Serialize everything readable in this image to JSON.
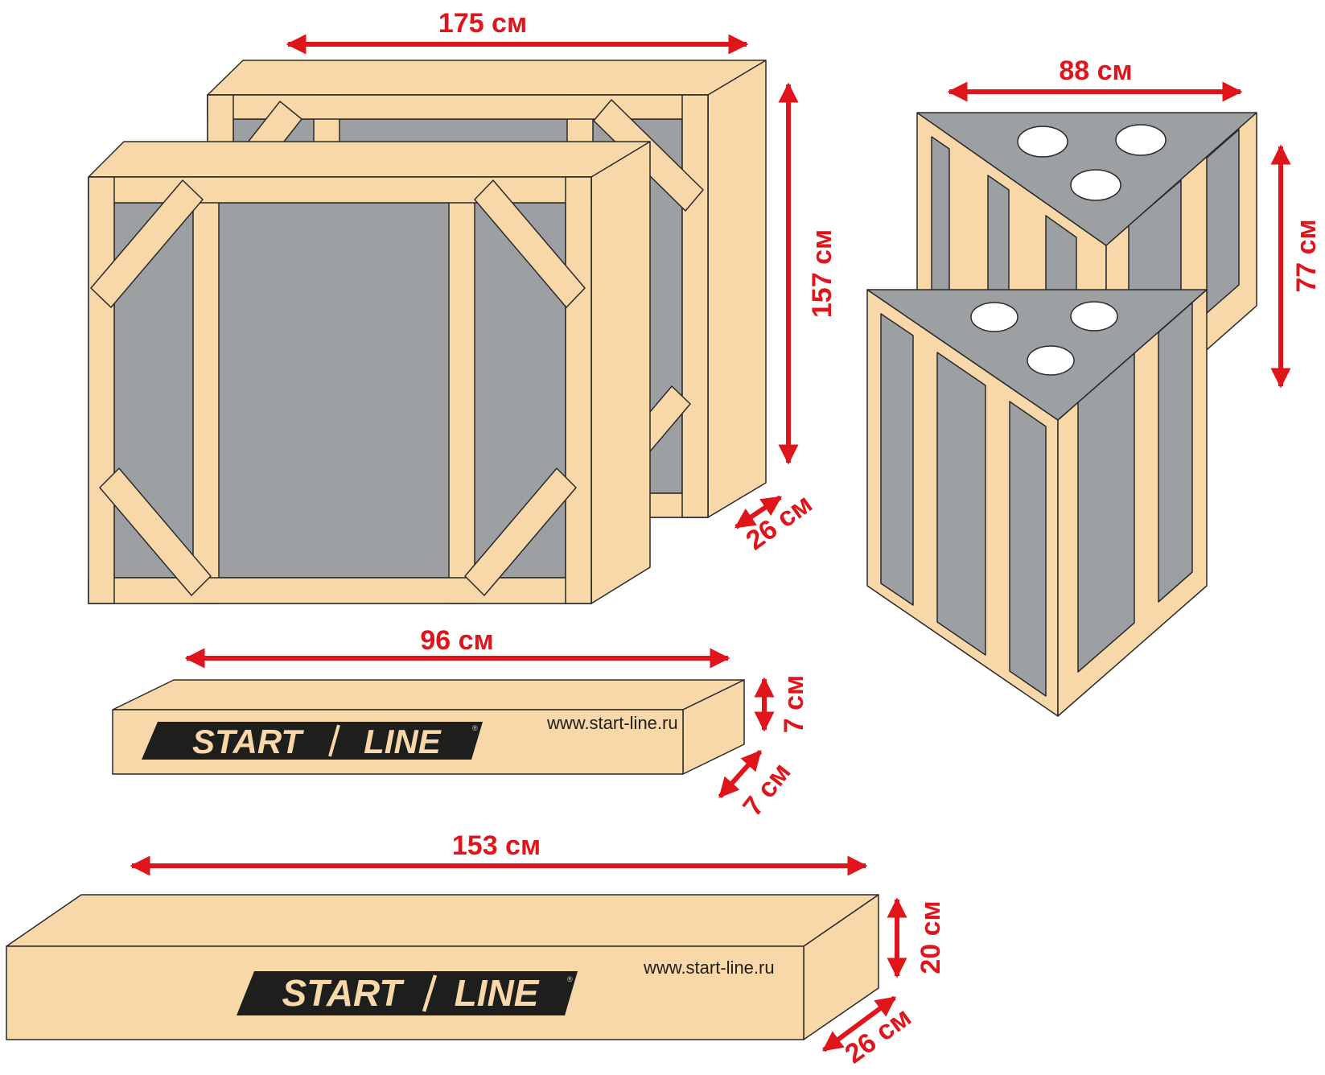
{
  "colors": {
    "wood": "#F8D7A8",
    "panel": "#9CA0A3",
    "outline": "#2A2A2A",
    "arrow": "#E0141B",
    "hole": "#FFFFFF",
    "logo_bg": "#1E1E1C",
    "logo_text": "#F8D7A8"
  },
  "icons": {
    "arrow": "double-headed-arrow-icon",
    "logo": "start-line-logo-icon"
  },
  "crates": {
    "large_frames": {
      "width_label": "175 см",
      "height_label": "157 см",
      "depth_label": "26 см"
    },
    "triangles": {
      "width_label": "88 см",
      "height_label": "77 см"
    },
    "small_box": {
      "length_label": "96 см",
      "height_label": "7 см",
      "depth_label": "7 см",
      "url": "www.start-line.ru",
      "logo_word_1": "START",
      "logo_word_2": "LINE",
      "logo_mark": "®"
    },
    "long_box": {
      "length_label": "153 см",
      "height_label": "20 см",
      "depth_label": "26 см",
      "url": "www.start-line.ru",
      "logo_word_1": "START",
      "logo_word_2": "LINE",
      "logo_mark": "®"
    }
  }
}
